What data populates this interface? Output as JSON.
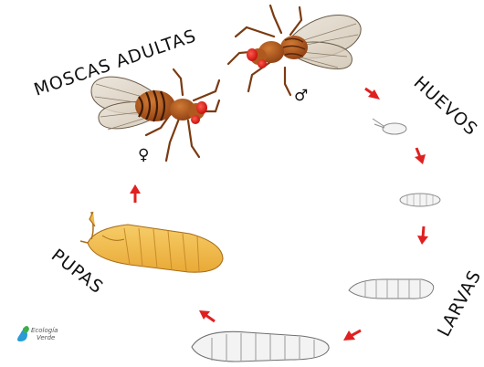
{
  "labels": {
    "adults": "MOSCAS ADULTAS",
    "eggs": "HUEVOS",
    "larvae": "LARVAS",
    "pupae": "PUPAS",
    "female_symbol": "♀",
    "male_symbol": "♂"
  },
  "logo": {
    "line1": "Ecología",
    "line2": "Verde"
  },
  "colors": {
    "arrow": "#e02020",
    "pupa": "#f1b94a",
    "fly_body": "#b85a1e",
    "fly_eye": "#e8231f",
    "larva": "#f2f2f2"
  }
}
